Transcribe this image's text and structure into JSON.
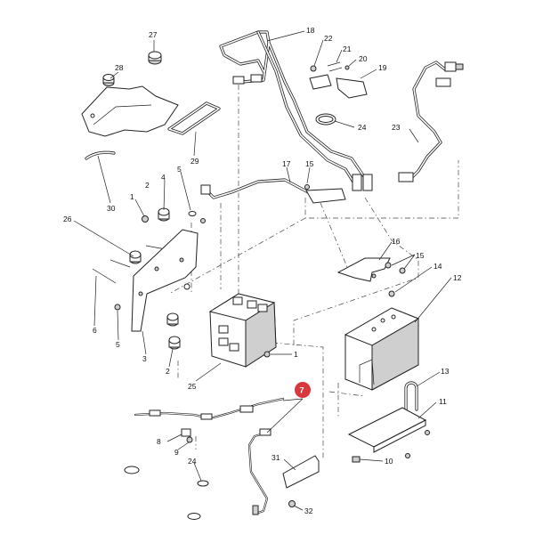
{
  "diagram": {
    "callouts": [
      {
        "id": "27",
        "label": "27"
      },
      {
        "id": "28",
        "label": "28"
      },
      {
        "id": "29",
        "label": "29"
      },
      {
        "id": "30",
        "label": "30"
      },
      {
        "id": "18",
        "label": "18"
      },
      {
        "id": "22",
        "label": "22"
      },
      {
        "id": "21",
        "label": "21"
      },
      {
        "id": "20",
        "label": "20"
      },
      {
        "id": "19",
        "label": "19"
      },
      {
        "id": "24a",
        "label": "24"
      },
      {
        "id": "23",
        "label": "23"
      },
      {
        "id": "17",
        "label": "17"
      },
      {
        "id": "15a",
        "label": "15"
      },
      {
        "id": "5a",
        "label": "5"
      },
      {
        "id": "4",
        "label": "4"
      },
      {
        "id": "2a",
        "label": "2"
      },
      {
        "id": "1a",
        "label": "1"
      },
      {
        "id": "26",
        "label": "26"
      },
      {
        "id": "6",
        "label": "6"
      },
      {
        "id": "5b",
        "label": "5"
      },
      {
        "id": "3",
        "label": "3"
      },
      {
        "id": "2b",
        "label": "2"
      },
      {
        "id": "25",
        "label": "25"
      },
      {
        "id": "1b",
        "label": "1"
      },
      {
        "id": "16",
        "label": "16"
      },
      {
        "id": "15b",
        "label": "15"
      },
      {
        "id": "14",
        "label": "14"
      },
      {
        "id": "12",
        "label": "12"
      },
      {
        "id": "13",
        "label": "13"
      },
      {
        "id": "11",
        "label": "11"
      },
      {
        "id": "7",
        "label": "7"
      },
      {
        "id": "8",
        "label": "8"
      },
      {
        "id": "9",
        "label": "9"
      },
      {
        "id": "24b",
        "label": "24"
      },
      {
        "id": "31",
        "label": "31"
      },
      {
        "id": "10",
        "label": "10"
      },
      {
        "id": "32",
        "label": "32"
      }
    ],
    "highlight_color": "#d9363e"
  }
}
